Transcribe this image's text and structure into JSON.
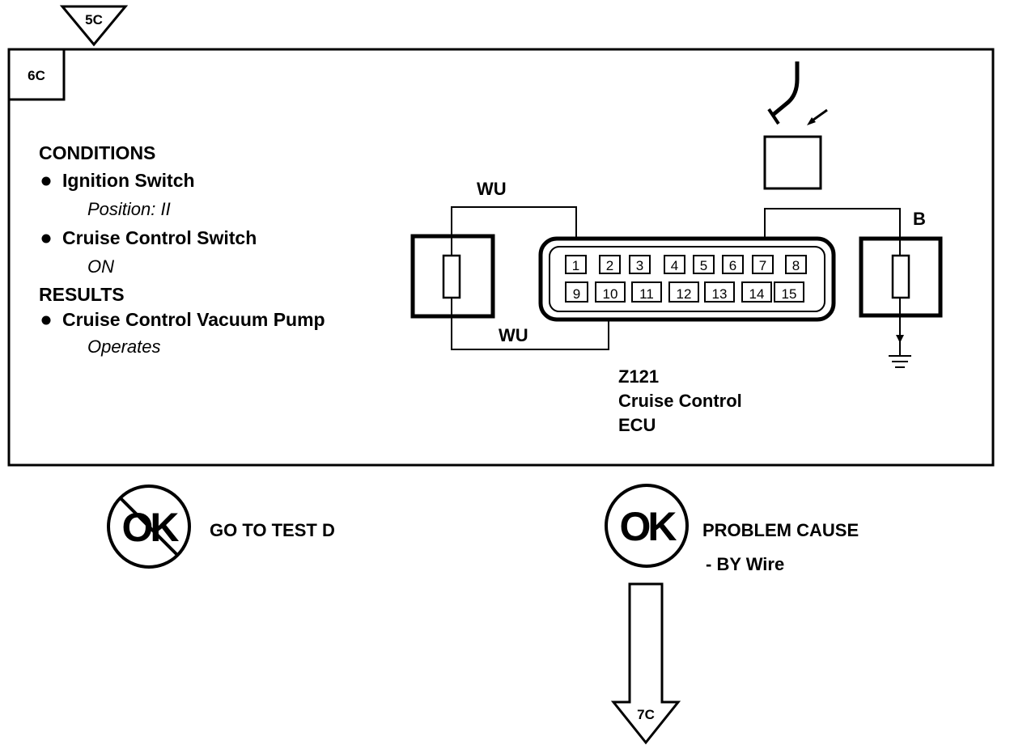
{
  "step_markers": {
    "previous": "5C",
    "current": "6C",
    "next": "7C"
  },
  "conditions": {
    "heading": "CONDITIONS",
    "items": [
      {
        "label": "Ignition Switch",
        "detail": "Position: II"
      },
      {
        "label": "Cruise Control Switch",
        "detail": "ON"
      }
    ]
  },
  "results": {
    "heading": "RESULTS",
    "items": [
      {
        "label": "Cruise Control Vacuum Pump",
        "detail": "Operates"
      }
    ]
  },
  "wires": {
    "top_color": "WU",
    "bottom_color": "WU",
    "right_color": "B"
  },
  "connector": {
    "code": "Z121",
    "name_line1": "Cruise Control",
    "name_line2": "ECU",
    "pins_row1": [
      "1",
      "2",
      "3",
      "4",
      "5",
      "6",
      "7",
      "8"
    ],
    "pins_row2": [
      "9",
      "10",
      "11",
      "12",
      "13",
      "14",
      "15"
    ]
  },
  "outcomes": {
    "not_ok": {
      "symbol": "OK",
      "text": "GO TO TEST D"
    },
    "ok": {
      "symbol": "OK",
      "text": "PROBLEM CAUSE",
      "cause": "- BY Wire"
    }
  }
}
